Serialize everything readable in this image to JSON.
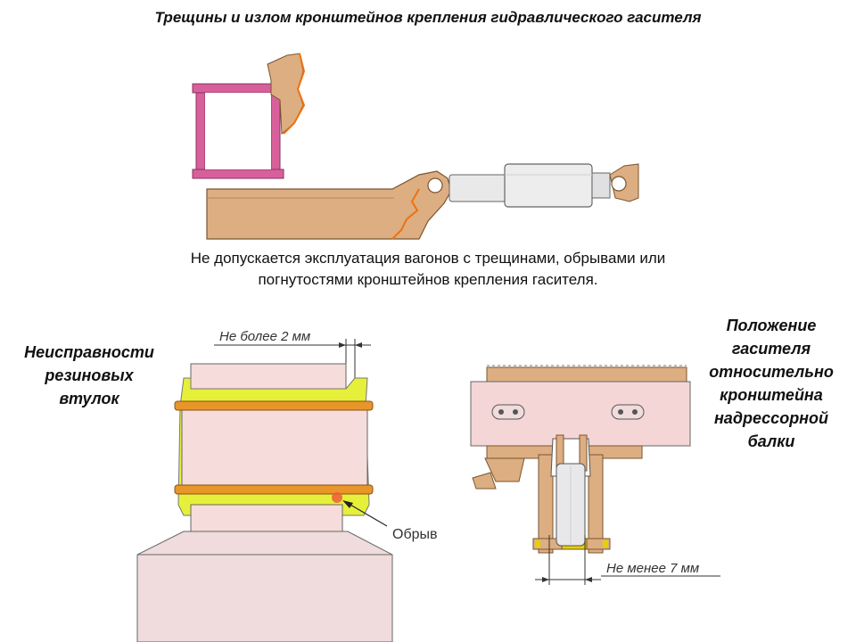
{
  "title": "Трещины и излом кронштейнов крепления гидравлического гасителя",
  "note": {
    "line1": "Не допускается эксплуатация вагонов с трещинами, обрывами или",
    "line2": "погнутостями кронштейнов крепления гасителя."
  },
  "left_label": {
    "line1": "Неисправности",
    "line2": "резиновых",
    "line3": "втулок"
  },
  "right_label": {
    "line1": "Положение",
    "line2": "гасителя",
    "line3": "относительно",
    "line4": "кронштейна",
    "line5": "надрессорной",
    "line6": "балки"
  },
  "callouts": {
    "max_gap": "Не более 2 мм",
    "break": "Обрыв",
    "min_gap": "Не менее 7 мм"
  },
  "colors": {
    "metal": "#dcae82",
    "frame_pink": "#d8609a",
    "bushing_yellow": "#e6f03a",
    "sleeve_orange": "#e8952a",
    "pale_pink": "#f7dcdc",
    "crack_orange": "#f07010"
  }
}
